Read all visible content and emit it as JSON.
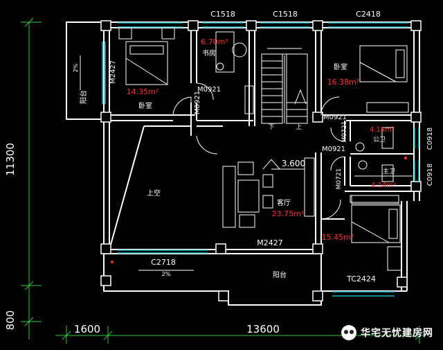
{
  "dimensions": {
    "height_total": "11300",
    "height_bottom": "800",
    "width_left": "1600",
    "width_main": "13600"
  },
  "rooms": {
    "bedroom_nw": {
      "name": "卧室",
      "area": "14.35m²",
      "door": "M2427"
    },
    "study": {
      "name": "书房",
      "area": "6.70m²"
    },
    "bedroom_ne": {
      "name": "卧室",
      "area": "16.38m²"
    },
    "bath_1": {
      "name": "公卫",
      "area": "4.14m²"
    },
    "bath_2": {
      "name": "主卫",
      "area": "4.14m²"
    },
    "living": {
      "name": "客厅",
      "area": "23.75m²",
      "level": "3.600"
    },
    "void": {
      "name": "上空"
    },
    "bedroom_se": {
      "area": "15.45m²"
    },
    "balcony_w": {
      "name": "阳台",
      "slope": "2%"
    },
    "balcony_s": {
      "name": "阳台",
      "slope": "2%"
    }
  },
  "doors": {
    "m0921_a": "M0921",
    "m0921_b": "M0921",
    "m0921_c": "M0921",
    "m0921_d": "M0921",
    "m0721_a": "M0721",
    "m0721_b": "M0721",
    "m2427_living": "M2427"
  },
  "windows": {
    "c1518_a": "C1518",
    "c1518_b": "C1518",
    "c2418": "C2418",
    "c0918_a": "C0918",
    "c0918_b": "C0918",
    "c2718": "C2718",
    "tc2424": "TC2424"
  },
  "stairs": {
    "down": "下",
    "up": "上"
  },
  "watermark": {
    "text": "华宅无忧建房网"
  },
  "colors": {
    "background": "#000000",
    "wall": "#ffffff",
    "dimension_line": "#2ecc40",
    "window": "#1ab8c4",
    "area_text": "#ff3030",
    "door_label": "#ffffff"
  }
}
